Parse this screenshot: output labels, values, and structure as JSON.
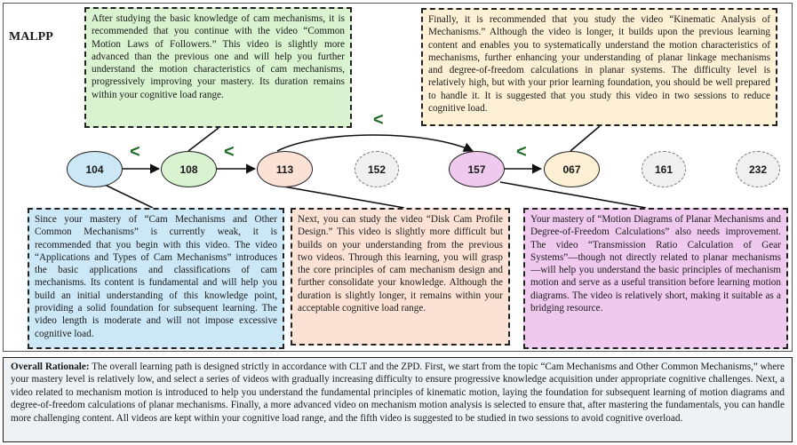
{
  "title": "MALPP",
  "nodes": [
    {
      "id": "104",
      "color": "#cce7f6",
      "recommended": true
    },
    {
      "id": "108",
      "color": "#d9f2d0",
      "recommended": true
    },
    {
      "id": "113",
      "color": "#fbe2d5",
      "recommended": true
    },
    {
      "id": "152",
      "color": "#f0f0f0",
      "recommended": false
    },
    {
      "id": "157",
      "color": "#f0c9ef",
      "recommended": true
    },
    {
      "id": "067",
      "color": "#fdf0d5",
      "recommended": true
    },
    {
      "id": "161",
      "color": "#f0f0f0",
      "recommended": false
    },
    {
      "id": "232",
      "color": "#f0f0f0",
      "recommended": false
    }
  ],
  "comparators": [
    "<",
    "<",
    "<",
    "<"
  ],
  "explanations": {
    "node_108": "After studying the basic knowledge of cam mechanisms, it is recommended that you continue with the video “Common Motion Laws of Followers.” This video is slightly more advanced than the previous one and will help you further understand the motion characteristics of cam mechanisms, progressively improving your mastery. Its duration remains within your cognitive load range.",
    "node_067": "Finally, it is recommended that you study the video “Kinematic Analysis of Mechanisms.” Although the video is longer, it builds upon the previous learning content and enables you to systematically understand the motion characteristics of mechanisms, further enhancing your understanding of planar linkage mechanisms and degree-of-freedom calculations in planar systems. The difficulty level is relatively high, but with your prior learning foundation, you should be well prepared to handle it. It is suggested that you study this video in two sessions to reduce cognitive load.",
    "node_104": "Since your mastery of “Cam Mechanisms and Other Common Mechanisms” is currently weak, it is recommended that you begin with this video. The video “Applications and Types of Cam Mechanisms” introduces the basic applications and classifications of cam mechanisms. Its content is fundamental and will help you build an initial understanding of this knowledge point, providing a solid foundation for subsequent learning. The video length is moderate and will not impose excessive cognitive load.",
    "node_113": "Next, you can study the video “Disk Cam Profile Design.” This video is slightly more difficult but builds on your understanding from the previous two videos. Through this learning, you will grasp the core principles of cam mechanism design and further consolidate your knowledge. Although the duration is slightly longer, it remains within your acceptable cognitive load range.",
    "node_157": "Your mastery of “Motion Diagrams of Planar Mechanisms and Degree-of-Freedom Calculations” also needs improvement. The video “Transmission Ratio Calculation of Gear Systems”—though not directly related to planar mechanisms—will help you understand the basic principles of mechanism motion and serve as a useful transition before learning motion diagrams. The video is relatively short, making it suitable as a bridging resource."
  },
  "overall": {
    "label": "Overall Rationale:",
    "text": " The overall learning path is designed strictly in accordance with CLT and the ZPD. First, we start from the topic “Cam Mechanisms and Other Common Mechanisms,” where your mastery level is relatively low, and select a series of videos with gradually increasing difficulty to ensure progressive knowledge acquisition under appropriate cognitive challenges. Next, a video related to mechanism motion is introduced to help you understand the fundamental principles of kinematic motion, laying the foundation for subsequent learning of motion diagrams and degree-of-freedom calculations of planar mechanisms. Finally, a more advanced video on mechanism motion analysis is selected to ensure that, after mastering the fundamentals, you can handle more challenging content. All videos are kept within your cognitive load range, and the fifth video is suggested to be studied in two sessions to avoid cognitive overload."
  }
}
